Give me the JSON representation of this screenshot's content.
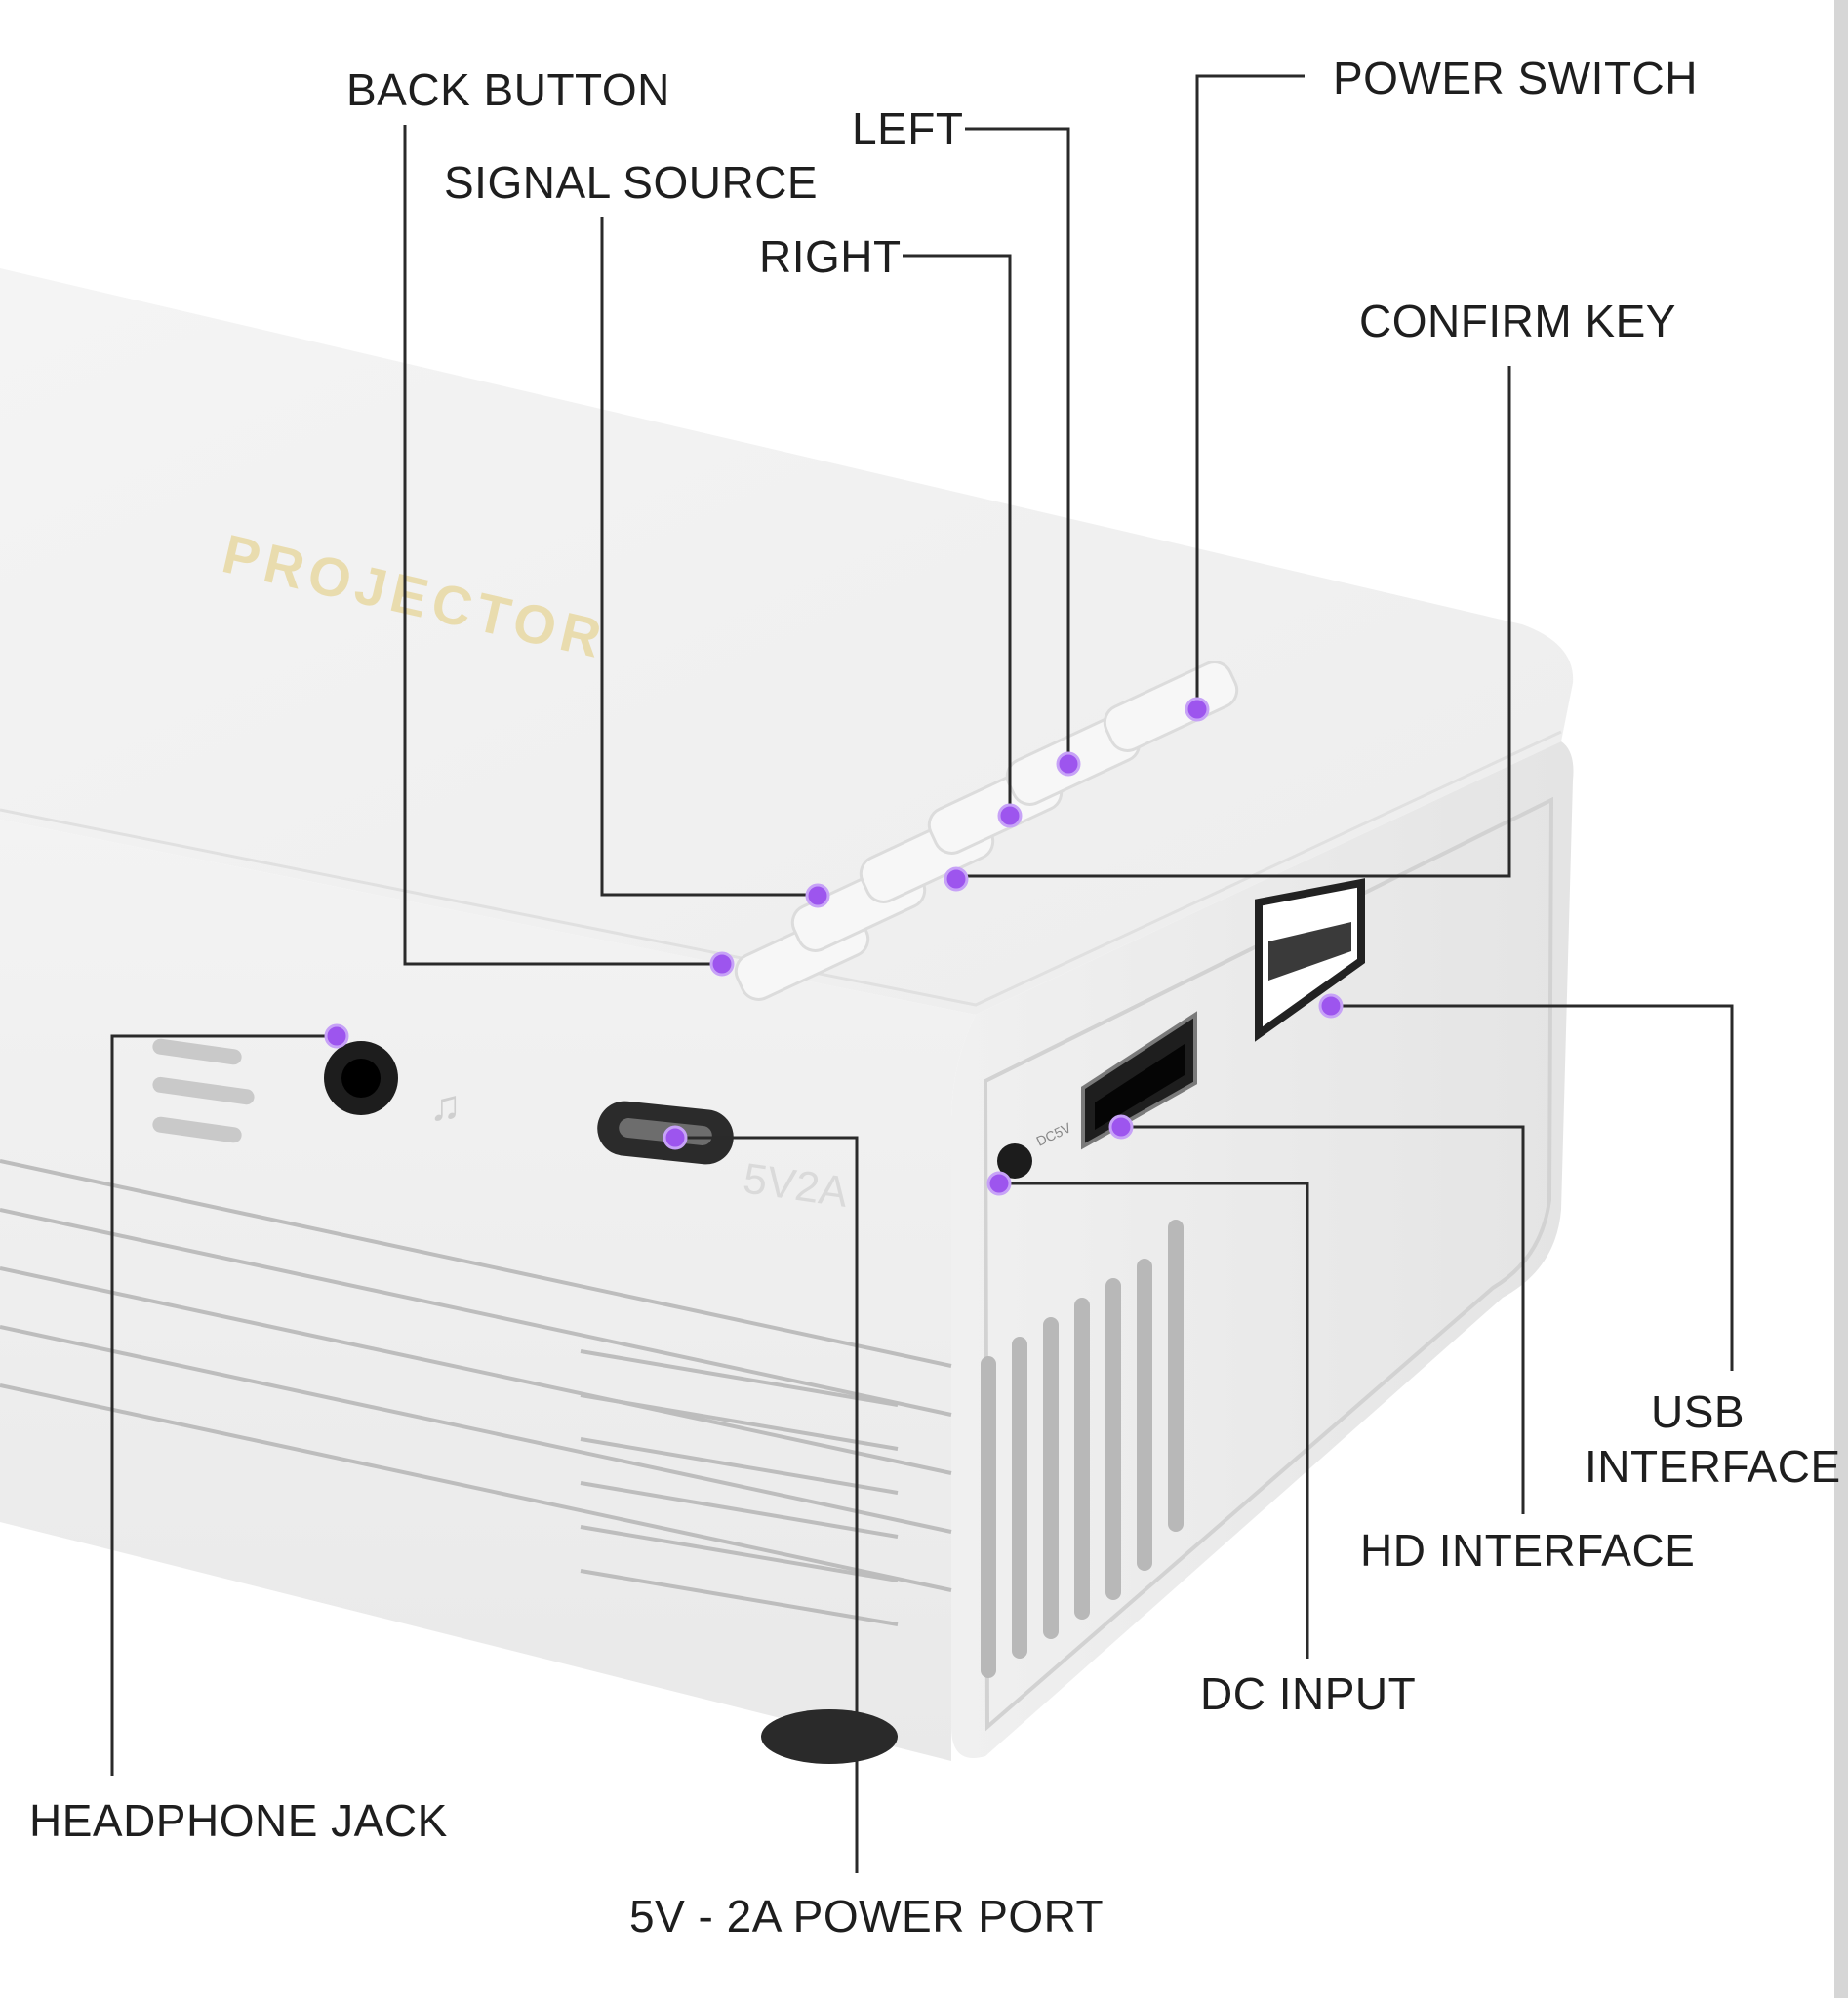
{
  "figure": {
    "product_marking": "PROJECTOR",
    "port_markings": {
      "power_port": "5V2A",
      "dc": "DC5V"
    },
    "callouts": [
      {
        "id": "back-button",
        "label": "BACK BUTTON"
      },
      {
        "id": "signal-source",
        "label": "SIGNAL SOURCE"
      },
      {
        "id": "left",
        "label": "LEFT"
      },
      {
        "id": "right",
        "label": "RIGHT"
      },
      {
        "id": "power-switch",
        "label": "POWER SWITCH"
      },
      {
        "id": "confirm-key",
        "label": "CONFIRM KEY"
      },
      {
        "id": "usb-interface",
        "label": "USB INTERFACE",
        "lines": [
          "USB",
          "INTERFACE"
        ]
      },
      {
        "id": "hd-interface",
        "label": "HD INTERFACE"
      },
      {
        "id": "dc-input",
        "label": "DC INPUT"
      },
      {
        "id": "headphone-jack",
        "label": "HEADPHONE JACK"
      },
      {
        "id": "power-port",
        "label": "5V - 2A POWER PORT"
      }
    ],
    "colors": {
      "marker": "#9d55ee",
      "leader_line": "#2a2a2a",
      "label_text": "#1e1e1e",
      "device_body": "#f2f2f2"
    }
  }
}
